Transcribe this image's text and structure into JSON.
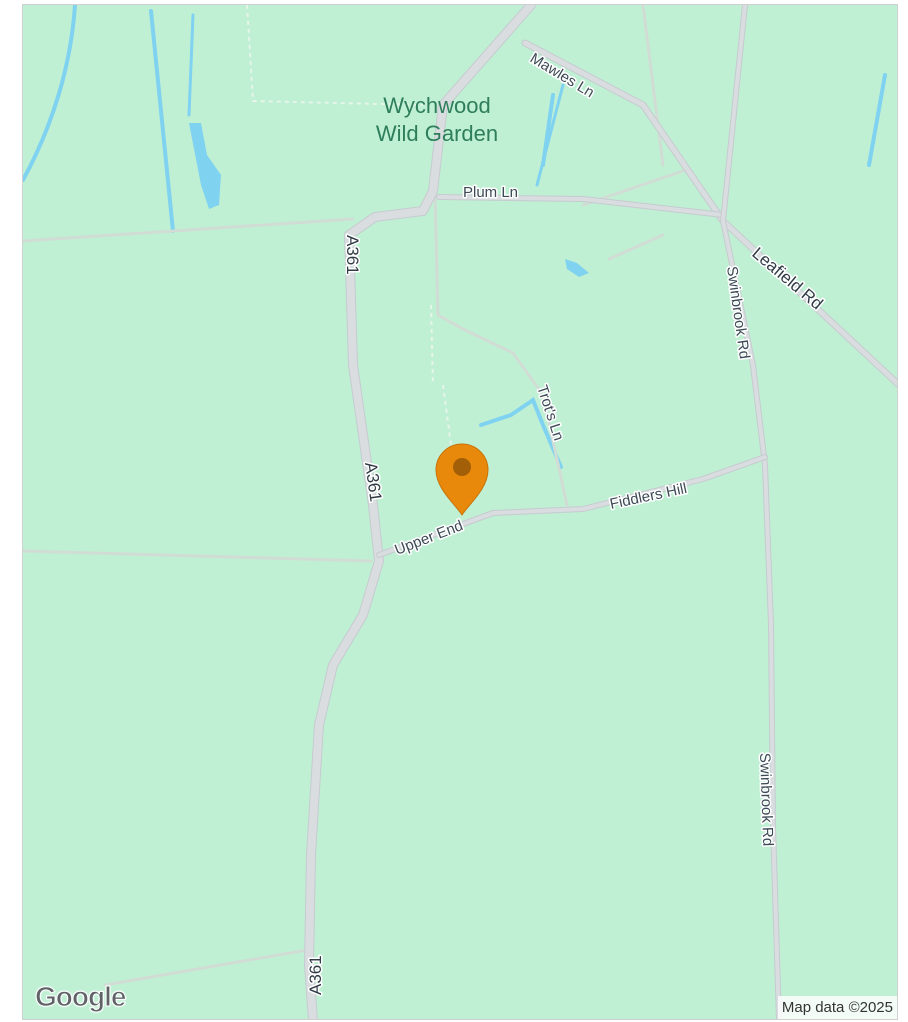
{
  "map": {
    "colors": {
      "land": "#c0f0d4",
      "road": "#d9dde0",
      "road_edge": "#c6cbd0",
      "minor_road": "#d1dcd5",
      "water": "#7fd2f0",
      "pin": "#e8890c",
      "pin_dot": "#a35f08"
    },
    "poi": {
      "line1": "Wychwood",
      "line2": "Wild Garden"
    },
    "roads": {
      "mawles_ln": "Mawles Ln",
      "plum_ln": "Plum Ln",
      "leafield_rd": "Leafield Rd",
      "swinbrook_rd_north": "Swinbrook Rd",
      "swinbrook_rd_south": "Swinbrook Rd",
      "a361_north": "A361",
      "a361_middle": "A361",
      "a361_south": "A361",
      "trots_ln": "Trot's Ln",
      "fiddlers_hill": "Fiddlers Hill",
      "upper_end": "Upper End"
    },
    "marker": {
      "icon": "location-pin-icon",
      "color": "#e8890c"
    },
    "branding": {
      "logo": "Google",
      "attribution": "Map data ©2025"
    }
  }
}
